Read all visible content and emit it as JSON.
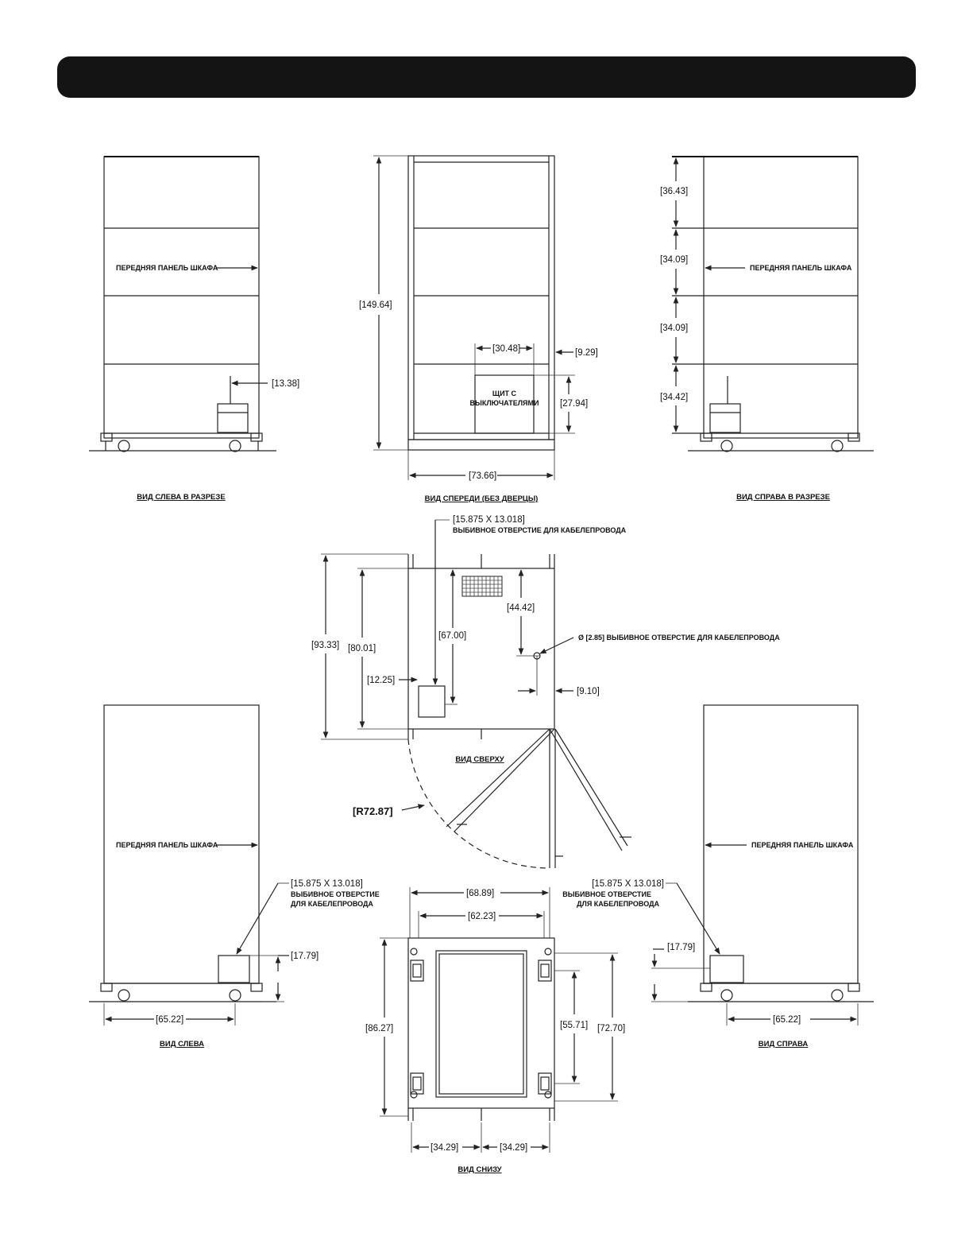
{
  "views": {
    "left_section": {
      "caption": "ВИД СЛЕВА В РАЗРЕЗЕ",
      "front_panel_label": "ПЕРЕДНЯЯ ПАНЕЛЬ ШКАФА",
      "dim_offset": "[13.38]"
    },
    "front": {
      "caption": "ВИД СПЕРЕДИ (БЕЗ ДВЕРЦЫ)",
      "dim_height": "[149.64]",
      "dim_panel_width": "[30.48]",
      "dim_right_offset": "[9.29]",
      "dim_panel_height": "[27.94]",
      "dim_width": "[73.66]",
      "panel_label_line1": "ЩИТ С",
      "panel_label_line2": "ВЫКЛЮЧАТЕЛЯМИ"
    },
    "right_section": {
      "caption": "ВИД СПРАВА В РАЗРЕЗЕ",
      "front_panel_label": "ПЕРЕДНЯЯ ПАНЕЛЬ ШКАФА",
      "dim_1": "[36.43]",
      "dim_2": "[34.09]",
      "dim_3": "[34.09]",
      "dim_4": "[34.42]"
    },
    "top": {
      "caption": "ВИД СВЕРХУ",
      "knockout_size": "[15.875 X 13.018]",
      "knockout_label": "ВЫБИВНОЕ ОТВЕРСТИЕ ДЛЯ КАБЕЛЕПРОВОДА",
      "dim_depth_outer": "[93.33]",
      "dim_depth_inner": "[80.01]",
      "dim_67": "[67.00]",
      "dim_44": "[44.42]",
      "dim_12": "[12.25]",
      "dim_9": "[9.10]",
      "hole_label": "Ø [2.85] ВЫБИВНОЕ ОТВЕРСТИЕ ДЛЯ КАБЕЛЕПРОВОДА",
      "radius": "[R72.87]"
    },
    "left": {
      "caption": "ВИД СЛЕВА",
      "front_panel_label": "ПЕРЕДНЯЯ ПАНЕЛЬ ШКАФА",
      "knockout_size": "[15.875 X 13.018]",
      "knockout_line1": "ВЫБИВНОЕ ОТВЕРСТИЕ",
      "knockout_line2": "ДЛЯ КАБЕЛЕПРОВОДА",
      "dim_height": "[17.79]",
      "dim_width": "[65.22]"
    },
    "right": {
      "caption": "ВИД СПРАВА",
      "front_panel_label": "ПЕРЕДНЯЯ ПАНЕЛЬ ШКАФА",
      "knockout_size": "[15.875 X 13.018]",
      "knockout_line1": "ВЫБИВНОЕ ОТВЕРСТИЕ",
      "knockout_line2": "ДЛЯ КАБЕЛЕПРОВОДА",
      "dim_height": "[17.79]",
      "dim_width": "[65.22]"
    },
    "bottom": {
      "caption": "ВИД СНИЗУ",
      "dim_outer_width": "[68.89]",
      "dim_inner_width": "[62.23]",
      "dim_depth": "[86.27]",
      "dim_55": "[55.71]",
      "dim_72": "[72.70]",
      "dim_half_left": "[34.29]",
      "dim_half_right": "[34.29]"
    }
  }
}
